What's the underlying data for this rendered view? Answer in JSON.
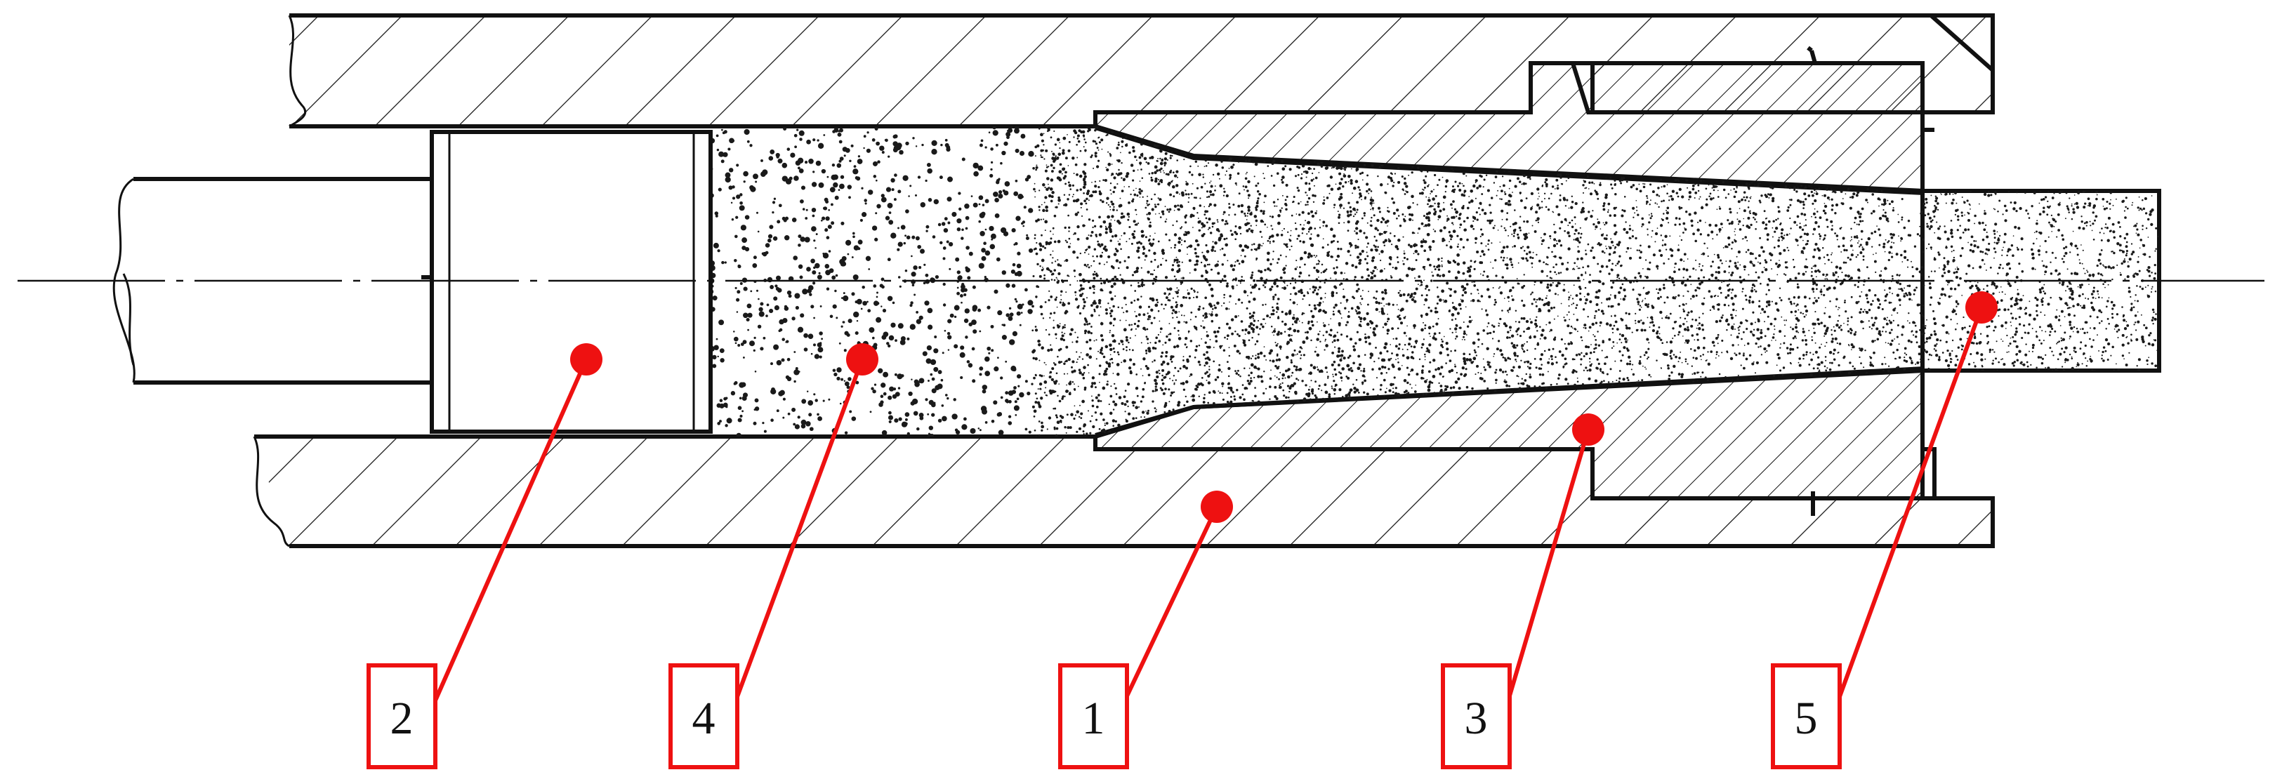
{
  "colors": {
    "annotation": "#ee1111",
    "line": "#111111",
    "background": "#ffffff",
    "particles": "#1a1a1a"
  },
  "callouts": [
    {
      "id": "2",
      "label": "2"
    },
    {
      "id": "4",
      "label": "4"
    },
    {
      "id": "1",
      "label": "1"
    },
    {
      "id": "3",
      "label": "3"
    },
    {
      "id": "5",
      "label": "5"
    }
  ]
}
